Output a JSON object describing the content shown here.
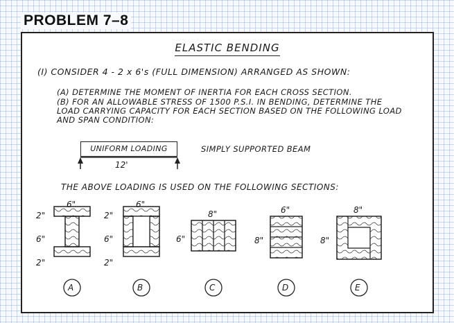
{
  "problem_title": "PROBLEM 7–8",
  "heading": "ELASTIC BENDING",
  "intro": "(I) CONSIDER 4 - 2 x 6's (FULL DIMENSION) ARRANGED AS SHOWN:",
  "part_a": "(A) DETERMINE THE MOMENT OF INERTIA FOR EACH CROSS SECTION.",
  "part_b": "(B) FOR AN ALLOWABLE STRESS OF 1500 P.S.I. IN BENDING, DETERMINE THE LOAD CARRYING CAPACITY FOR EACH SECTION BASED ON THE FOLLOWING LOAD AND SPAN CONDITION:",
  "loading_label": "UNIFORM LOADING",
  "span": "12'",
  "beam_type": "SIMPLY SUPPORTED BEAM",
  "above_text": "THE ABOVE LOADING IS USED ON THE FOLLOWING SECTIONS:",
  "sections": [
    {
      "letter": "A",
      "top_dim": "6\"",
      "left_dims": [
        "2\"",
        "6\"",
        "2\""
      ]
    },
    {
      "letter": "B",
      "top_dim": "6\"",
      "left_dims": [
        "2\"",
        "6\"",
        "2\""
      ]
    },
    {
      "letter": "C",
      "top_dim": "8\"",
      "left_dim": "6\""
    },
    {
      "letter": "D",
      "top_dim": "6\"",
      "left_dim": "8\""
    },
    {
      "letter": "E",
      "top_dim": "8\"",
      "left_dim": "8\""
    }
  ]
}
